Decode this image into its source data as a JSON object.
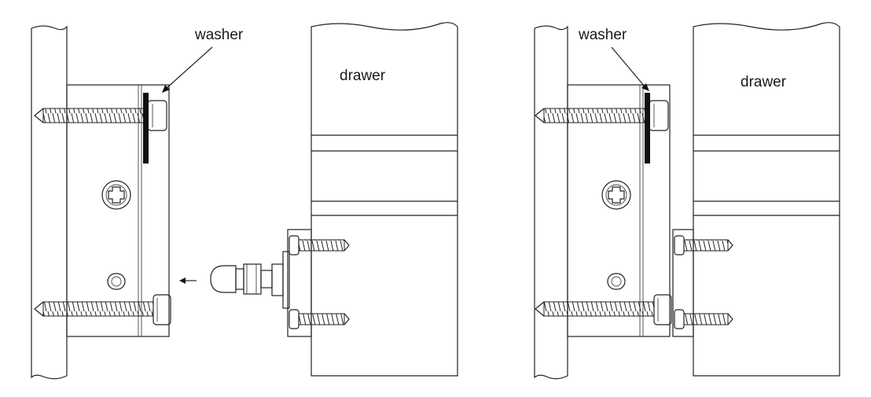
{
  "labels": {
    "left_washer": "washer",
    "left_drawer": "drawer",
    "right_washer": "washer",
    "right_drawer": "drawer"
  }
}
